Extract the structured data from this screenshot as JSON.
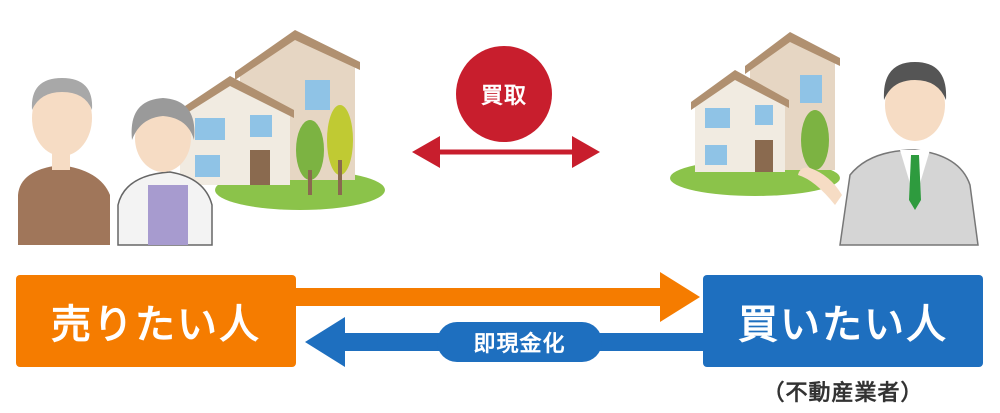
{
  "colors": {
    "seller": "#f57c00",
    "buyer": "#1e6fbf",
    "purchase": "#c81e2d",
    "tree_green": "#7cb342",
    "lawn": "#8bc34a"
  },
  "badge": {
    "label": "買取"
  },
  "seller": {
    "label": "売りたい人"
  },
  "buyer": {
    "label": "買いたい人",
    "note": "（不動産業者）"
  },
  "flow": {
    "cash_label": "即現金化"
  }
}
